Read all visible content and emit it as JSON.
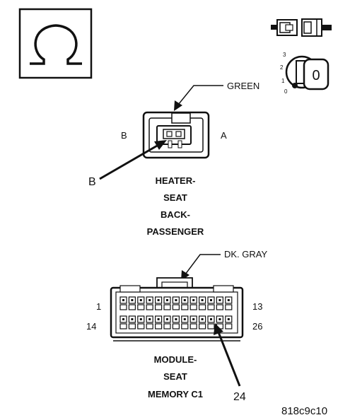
{
  "ohmmeter": {
    "symbol": "Ω",
    "icon": "ohmmeter-symbol-icon"
  },
  "icons": {
    "connector": "disconnected-connector-icon",
    "ignition": "ignition-switch-off-icon"
  },
  "ignition": {
    "positions": [
      "3",
      "2",
      "1",
      "0"
    ],
    "key_label": "0"
  },
  "heater_connector": {
    "wire_color": "GREEN",
    "side_left": "B",
    "side_right": "A",
    "pin_callout": "B",
    "name_lines": [
      "HEATER-",
      "SEAT",
      "BACK-",
      "PASSENGER"
    ]
  },
  "module_connector": {
    "wire_color": "DK. GRAY",
    "pin_top_left": "1",
    "pin_top_right": "13",
    "pin_bottom_left": "14",
    "pin_bottom_right": "26",
    "pin_callout": "24",
    "name_lines": [
      "MODULE-",
      "SEAT",
      "MEMORY C1"
    ]
  },
  "figure_id": "818c9c10"
}
